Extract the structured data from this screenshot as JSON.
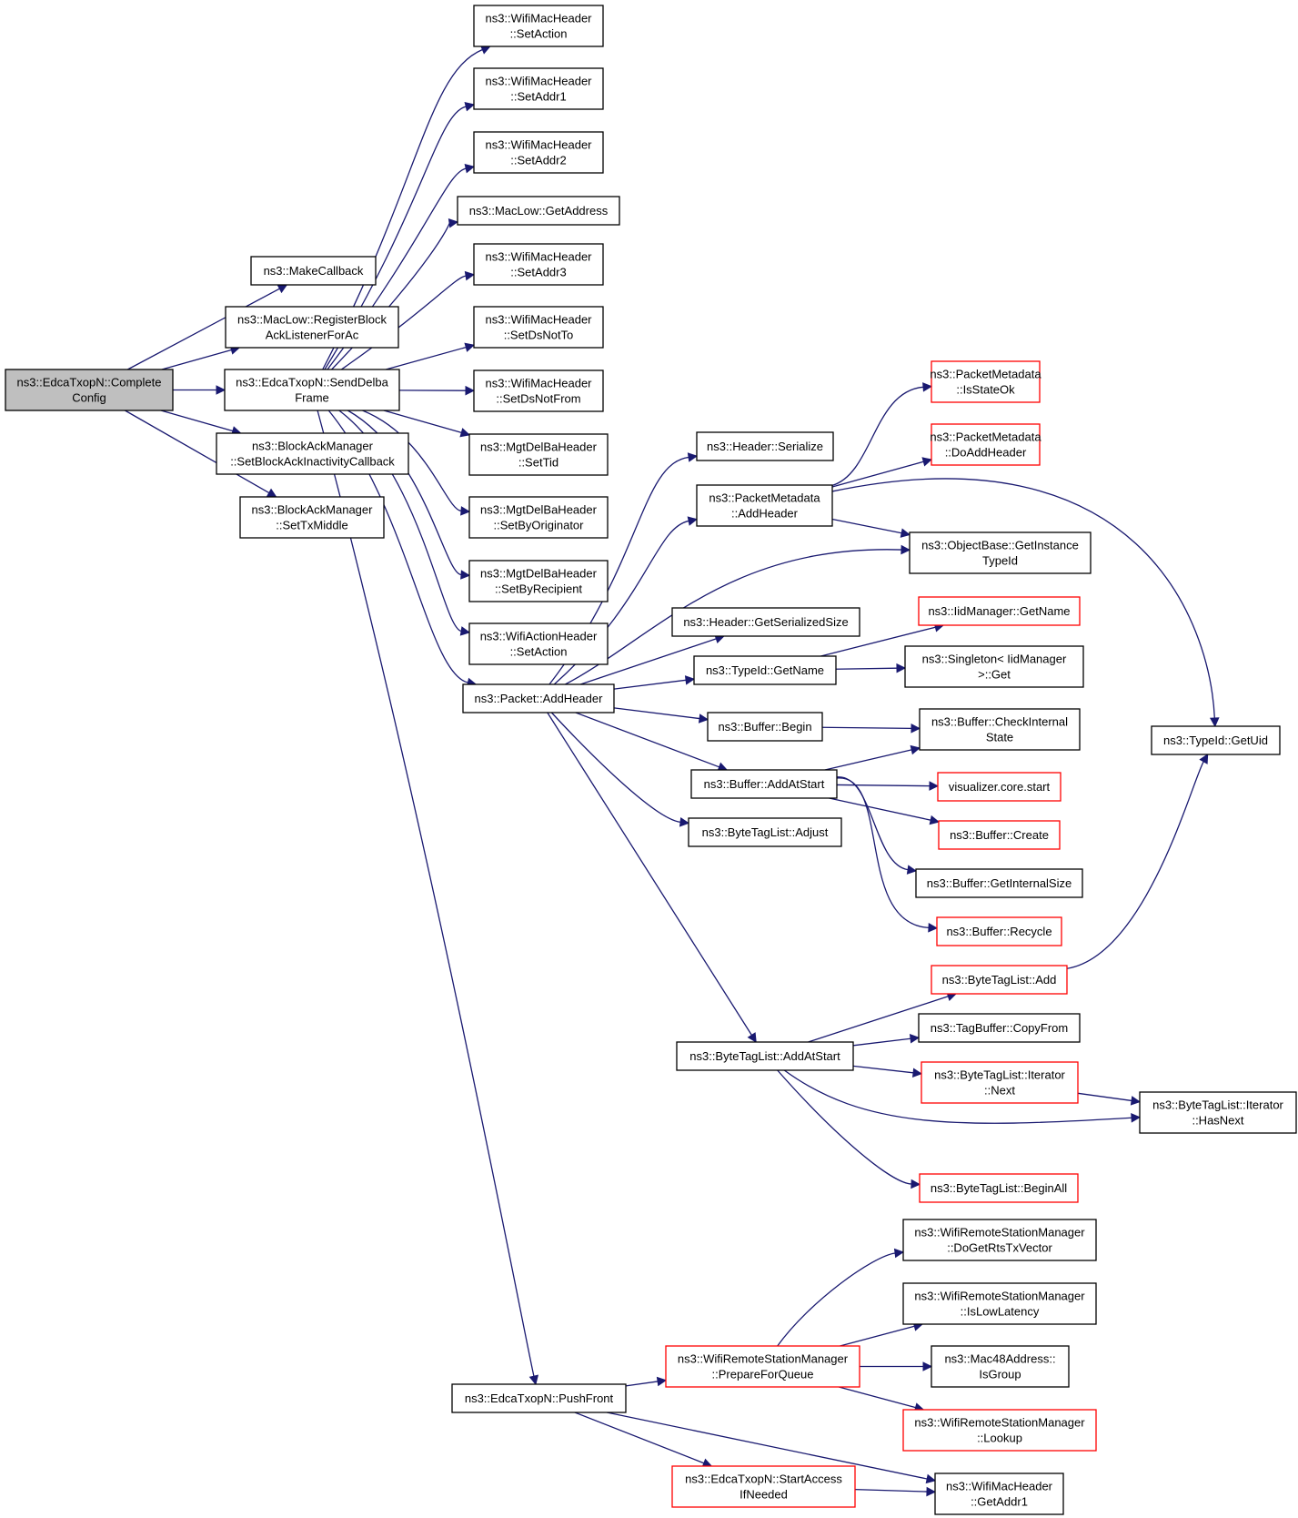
{
  "colors": {
    "edge": "#191970",
    "root_fill": "#bfbfbf",
    "truncated_border": "#ff0000",
    "border": "#000000"
  },
  "nodes": [
    {
      "id": "complete_config",
      "name": "node-edcatxopn-complete-config",
      "lines": [
        "ns3::EdcaTxopN::Complete",
        "Config"
      ],
      "style": "root"
    },
    {
      "id": "make_callback",
      "name": "node-make-callback",
      "lines": [
        "ns3::MakeCallback"
      ],
      "style": "normal"
    },
    {
      "id": "register_block_ack",
      "name": "node-maclow-register-block-ack-listener",
      "lines": [
        "ns3::MacLow::RegisterBlock",
        "AckListenerForAc"
      ],
      "style": "normal"
    },
    {
      "id": "send_delba",
      "name": "node-edcatxopn-send-delba-frame",
      "lines": [
        "ns3::EdcaTxopN::SendDelba",
        "Frame"
      ],
      "style": "normal"
    },
    {
      "id": "set_inactivity_cb",
      "name": "node-blockackmanager-set-inactivity-callback",
      "lines": [
        "ns3::BlockAckManager",
        "::SetBlockAckInactivityCallback"
      ],
      "style": "normal"
    },
    {
      "id": "set_tx_middle",
      "name": "node-blockackmanager-set-tx-middle",
      "lines": [
        "ns3::BlockAckManager",
        "::SetTxMiddle"
      ],
      "style": "normal"
    },
    {
      "id": "set_action",
      "name": "node-wifimacheader-set-action",
      "lines": [
        "ns3::WifiMacHeader",
        "::SetAction"
      ],
      "style": "normal"
    },
    {
      "id": "set_addr1",
      "name": "node-wifimacheader-set-addr1",
      "lines": [
        "ns3::WifiMacHeader",
        "::SetAddr1"
      ],
      "style": "normal"
    },
    {
      "id": "set_addr2",
      "name": "node-wifimacheader-set-addr2",
      "lines": [
        "ns3::WifiMacHeader",
        "::SetAddr2"
      ],
      "style": "normal"
    },
    {
      "id": "get_address",
      "name": "node-maclow-get-address",
      "lines": [
        "ns3::MacLow::GetAddress"
      ],
      "style": "normal"
    },
    {
      "id": "set_addr3",
      "name": "node-wifimacheader-set-addr3",
      "lines": [
        "ns3::WifiMacHeader",
        "::SetAddr3"
      ],
      "style": "normal"
    },
    {
      "id": "set_ds_not_to",
      "name": "node-wifimacheader-set-ds-not-to",
      "lines": [
        "ns3::WifiMacHeader",
        "::SetDsNotTo"
      ],
      "style": "normal"
    },
    {
      "id": "set_ds_not_from",
      "name": "node-wifimacheader-set-ds-not-from",
      "lines": [
        "ns3::WifiMacHeader",
        "::SetDsNotFrom"
      ],
      "style": "normal"
    },
    {
      "id": "set_tid",
      "name": "node-mgtdelbaheader-set-tid",
      "lines": [
        "ns3::MgtDelBaHeader",
        "::SetTid"
      ],
      "style": "normal"
    },
    {
      "id": "set_by_originator",
      "name": "node-mgtdelbaheader-set-by-originator",
      "lines": [
        "ns3::MgtDelBaHeader",
        "::SetByOriginator"
      ],
      "style": "normal"
    },
    {
      "id": "set_by_recipient",
      "name": "node-mgtdelbaheader-set-by-recipient",
      "lines": [
        "ns3::MgtDelBaHeader",
        "::SetByRecipient"
      ],
      "style": "normal"
    },
    {
      "id": "action_set_action",
      "name": "node-wifiactionheader-set-action",
      "lines": [
        "ns3::WifiActionHeader",
        "::SetAction"
      ],
      "style": "normal"
    },
    {
      "id": "packet_add_header",
      "name": "node-packet-add-header",
      "lines": [
        "ns3::Packet::AddHeader"
      ],
      "style": "normal"
    },
    {
      "id": "push_front",
      "name": "node-edcatxopn-push-front",
      "lines": [
        "ns3::EdcaTxopN::PushFront"
      ],
      "style": "normal"
    },
    {
      "id": "header_serialize",
      "name": "node-header-serialize",
      "lines": [
        "ns3::Header::Serialize"
      ],
      "style": "normal"
    },
    {
      "id": "pm_add_header",
      "name": "node-packetmetadata-add-header",
      "lines": [
        "ns3::PacketMetadata",
        "::AddHeader"
      ],
      "style": "normal"
    },
    {
      "id": "get_serialized_size",
      "name": "node-header-get-serialized-size",
      "lines": [
        "ns3::Header::GetSerializedSize"
      ],
      "style": "normal"
    },
    {
      "id": "typeid_get_name",
      "name": "node-typeid-get-name",
      "lines": [
        "ns3::TypeId::GetName"
      ],
      "style": "normal"
    },
    {
      "id": "buffer_begin",
      "name": "node-buffer-begin",
      "lines": [
        "ns3::Buffer::Begin"
      ],
      "style": "normal"
    },
    {
      "id": "buffer_add_at_start",
      "name": "node-buffer-add-at-start",
      "lines": [
        "ns3::Buffer::AddAtStart"
      ],
      "style": "normal"
    },
    {
      "id": "btl_adjust",
      "name": "node-bytetaglist-adjust",
      "lines": [
        "ns3::ByteTagList::Adjust"
      ],
      "style": "normal"
    },
    {
      "id": "btl_add_at_start",
      "name": "node-bytetaglist-add-at-start",
      "lines": [
        "ns3::ByteTagList::AddAtStart"
      ],
      "style": "normal"
    },
    {
      "id": "is_state_ok",
      "name": "node-packetmetadata-is-state-ok",
      "lines": [
        "ns3::PacketMetadata",
        "::IsStateOk"
      ],
      "style": "red"
    },
    {
      "id": "do_add_header",
      "name": "node-packetmetadata-do-add-header",
      "lines": [
        "ns3::PacketMetadata",
        "::DoAddHeader"
      ],
      "style": "red"
    },
    {
      "id": "get_instance_typeid",
      "name": "node-objectbase-get-instance-typeid",
      "lines": [
        "ns3::ObjectBase::GetInstance",
        "TypeId"
      ],
      "style": "normal"
    },
    {
      "id": "iidmanager_get_name",
      "name": "node-iidmanager-get-name",
      "lines": [
        "ns3::IidManager::GetName"
      ],
      "style": "red"
    },
    {
      "id": "singleton_get",
      "name": "node-singleton-iidmanager-get",
      "lines": [
        "ns3::Singleton< IidManager",
        ">::Get"
      ],
      "style": "normal"
    },
    {
      "id": "check_internal_state",
      "name": "node-buffer-check-internal-state",
      "lines": [
        "ns3::Buffer::CheckInternal",
        "State"
      ],
      "style": "normal"
    },
    {
      "id": "viz_start",
      "name": "node-visualizer-core-start",
      "lines": [
        "visualizer.core.start"
      ],
      "style": "red"
    },
    {
      "id": "buffer_create",
      "name": "node-buffer-create",
      "lines": [
        "ns3::Buffer::Create"
      ],
      "style": "red"
    },
    {
      "id": "get_internal_size",
      "name": "node-buffer-get-internal-size",
      "lines": [
        "ns3::Buffer::GetInternalSize"
      ],
      "style": "normal"
    },
    {
      "id": "buffer_recycle",
      "name": "node-buffer-recycle",
      "lines": [
        "ns3::Buffer::Recycle"
      ],
      "style": "red"
    },
    {
      "id": "typeid_get_uid",
      "name": "node-typeid-get-uid",
      "lines": [
        "ns3::TypeId::GetUid"
      ],
      "style": "normal"
    },
    {
      "id": "btl_add",
      "name": "node-bytetaglist-add",
      "lines": [
        "ns3::ByteTagList::Add"
      ],
      "style": "red"
    },
    {
      "id": "tagbuffer_copy_from",
      "name": "node-tagbuffer-copy-from",
      "lines": [
        "ns3::TagBuffer::CopyFrom"
      ],
      "style": "normal"
    },
    {
      "id": "iterator_next",
      "name": "node-bytetaglist-iterator-next",
      "lines": [
        "ns3::ByteTagList::Iterator",
        "::Next"
      ],
      "style": "red"
    },
    {
      "id": "iterator_has_next",
      "name": "node-bytetaglist-iterator-has-next",
      "lines": [
        "ns3::ByteTagList::Iterator",
        "::HasNext"
      ],
      "style": "normal"
    },
    {
      "id": "btl_begin_all",
      "name": "node-bytetaglist-begin-all",
      "lines": [
        "ns3::ByteTagList::BeginAll"
      ],
      "style": "red"
    },
    {
      "id": "do_get_rts_tx_vector",
      "name": "node-wrsm-do-get-rts-tx-vector",
      "lines": [
        "ns3::WifiRemoteStationManager",
        "::DoGetRtsTxVector"
      ],
      "style": "normal"
    },
    {
      "id": "is_low_latency",
      "name": "node-wrsm-is-low-latency",
      "lines": [
        "ns3::WifiRemoteStationManager",
        "::IsLowLatency"
      ],
      "style": "normal"
    },
    {
      "id": "prepare_for_queue",
      "name": "node-wrsm-prepare-for-queue",
      "lines": [
        "ns3::WifiRemoteStationManager",
        "::PrepareForQueue"
      ],
      "style": "red"
    },
    {
      "id": "mac48_is_group",
      "name": "node-mac48address-is-group",
      "lines": [
        "ns3::Mac48Address::",
        "IsGroup"
      ],
      "style": "normal"
    },
    {
      "id": "wrsm_lookup",
      "name": "node-wrsm-lookup",
      "lines": [
        "ns3::WifiRemoteStationManager",
        "::Lookup"
      ],
      "style": "red"
    },
    {
      "id": "start_access",
      "name": "node-edcatxopn-start-access-if-needed",
      "lines": [
        "ns3::EdcaTxopN::StartAccess",
        "IfNeeded"
      ],
      "style": "red"
    },
    {
      "id": "get_addr1",
      "name": "node-wifimacheader-get-addr1",
      "lines": [
        "ns3::WifiMacHeader",
        "::GetAddr1"
      ],
      "style": "normal"
    }
  ]
}
